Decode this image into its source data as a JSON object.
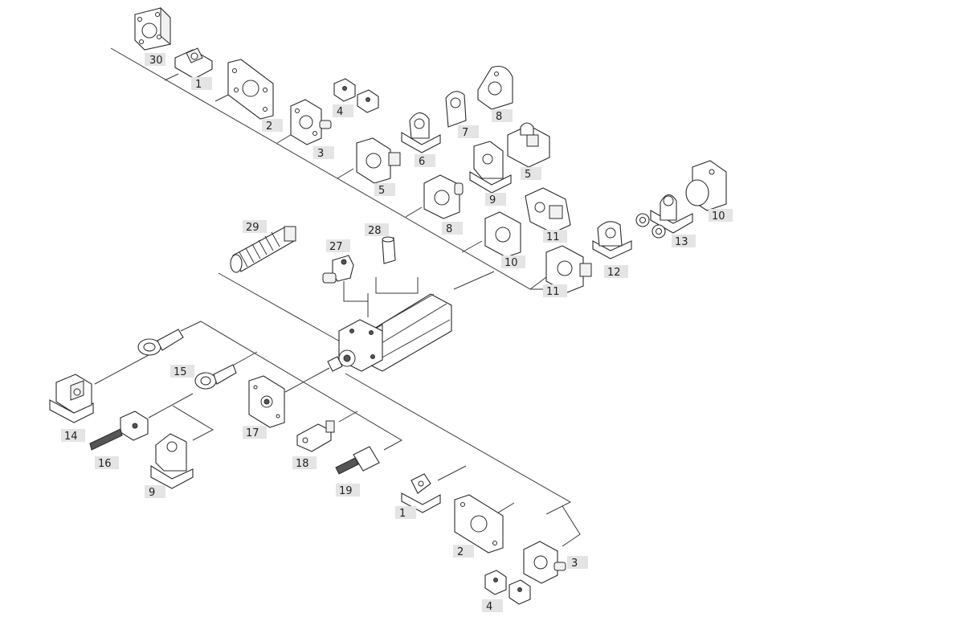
{
  "colors": {
    "line": "#3a3a3a",
    "label_bg": "#e4e4e4",
    "part_stroke": "#2b2b2b"
  },
  "labels": [
    "30",
    "1",
    "2",
    "3",
    "4",
    "5",
    "6",
    "7",
    "8",
    "9",
    "5",
    "8",
    "10",
    "11",
    "10",
    "11",
    "12",
    "13",
    "29",
    "27",
    "28",
    "15",
    "14",
    "16",
    "9",
    "17",
    "18",
    "19",
    "1",
    "2",
    "3",
    "4"
  ]
}
